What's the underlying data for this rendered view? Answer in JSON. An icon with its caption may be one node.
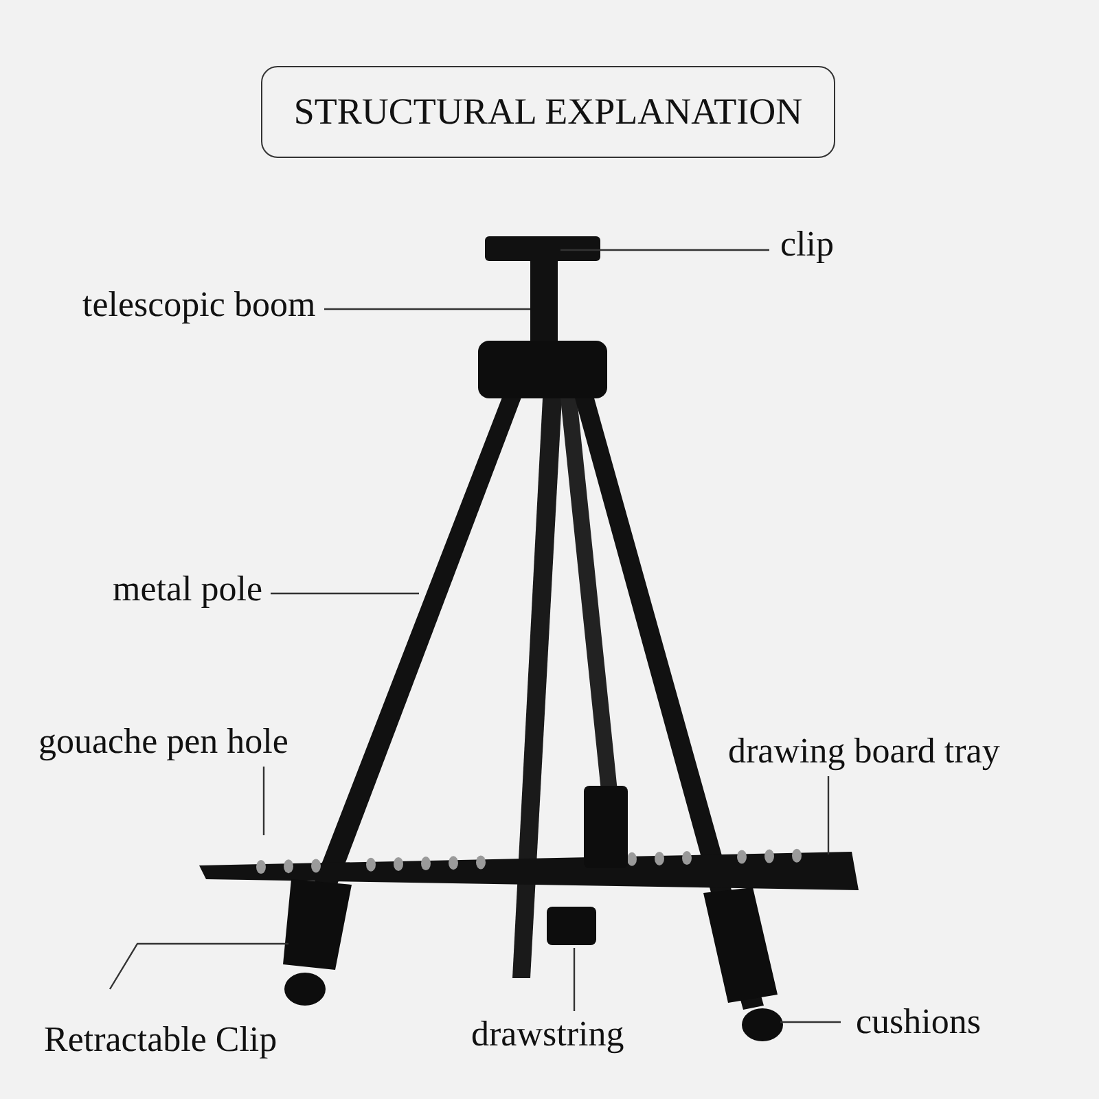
{
  "diagram": {
    "title": "STRUCTURAL EXPLANATION",
    "nodes": [
      {
        "text": [
          "clip"
        ]
      },
      {
        "text": [
          "telescopic boom"
        ]
      },
      {
        "text": [
          "metal pole"
        ]
      },
      {
        "text": [
          "gouache pen hole"
        ]
      },
      {
        "text": [
          "drawing board tray"
        ]
      },
      {
        "text": [
          "Retractable Clip"
        ]
      },
      {
        "text": [
          "drawstring"
        ]
      },
      {
        "text": [
          "cushions"
        ]
      }
    ],
    "edges": [
      {
        "from": 0,
        "to": null,
        "arrow": "none"
      },
      {
        "from": 1,
        "to": null,
        "arrow": "none"
      },
      {
        "from": 2,
        "to": null,
        "arrow": "none"
      },
      {
        "from": 3,
        "to": null,
        "arrow": "none"
      },
      {
        "from": 4,
        "to": null,
        "arrow": "none"
      },
      {
        "from": 5,
        "to": null,
        "arrow": "none"
      },
      {
        "from": 6,
        "to": null,
        "arrow": "none"
      },
      {
        "from": 7,
        "to": null,
        "arrow": "none"
      }
    ]
  }
}
